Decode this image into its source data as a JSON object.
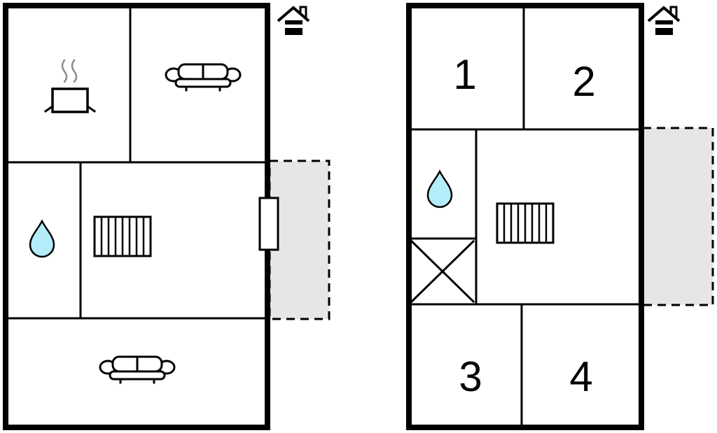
{
  "diagram": "vacation-home-floor-plan",
  "colors": {
    "wall": "#000000",
    "water": "#b4ecf9",
    "terrace": "#e6e6e6",
    "steam": "#8c8c8c",
    "background": "#ffffff",
    "text": "#000000"
  },
  "floors": [
    {
      "name": "left-floor",
      "rooms": [
        {
          "name": "kitchen",
          "icon": "cooking-pot-icon"
        },
        {
          "name": "living-room",
          "icon": "sofa-icon"
        },
        {
          "name": "bathroom",
          "icon": "water-drop-icon"
        },
        {
          "name": "hall",
          "icon": "stairs-icon"
        },
        {
          "name": "sitting-room",
          "icon": "sofa-icon"
        }
      ],
      "features": [
        "door-window",
        "terrace",
        "house-icon"
      ]
    },
    {
      "name": "right-floor",
      "rooms": [
        {
          "label": "1"
        },
        {
          "label": "2"
        },
        {
          "label": "3"
        },
        {
          "label": "4"
        },
        {
          "name": "bathroom",
          "icon": "water-drop-icon"
        },
        {
          "name": "shower",
          "icon": "cross-icon"
        },
        {
          "name": "landing",
          "icon": "stairs-icon"
        }
      ],
      "features": [
        "terrace",
        "house-icon"
      ]
    }
  ]
}
